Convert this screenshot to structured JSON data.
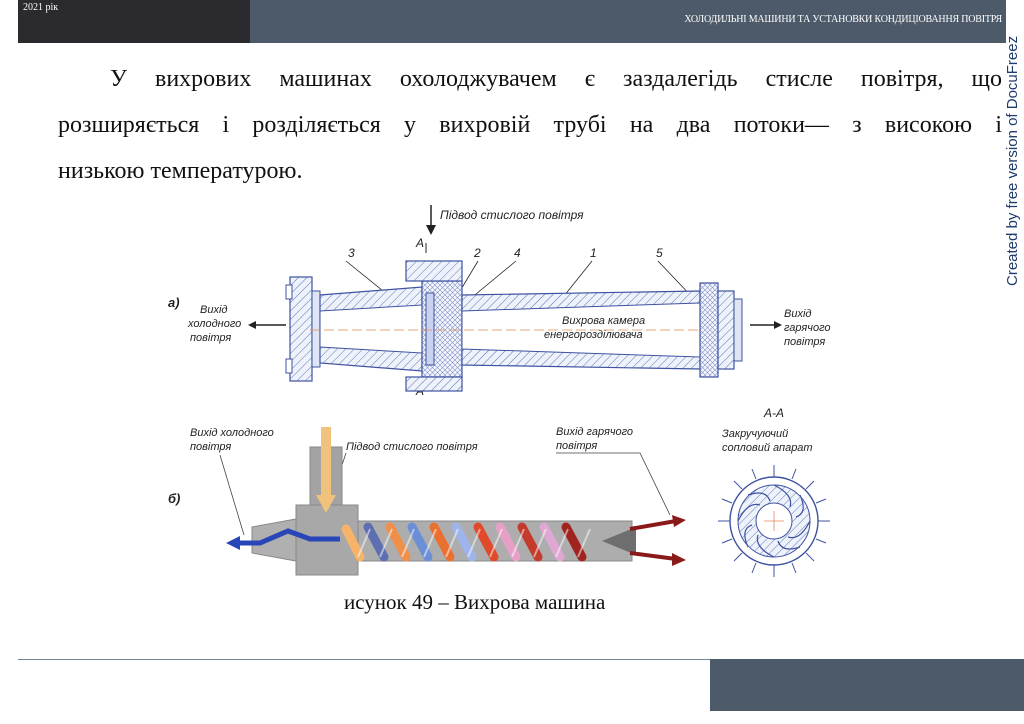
{
  "header": {
    "year": "2021 рік",
    "title": "ХОЛОДИЛЬНІ МАШИНИ ТА УСТАНОВКИ КОНДИЦІОВАННЯ ПОВІТРЯ"
  },
  "watermark": "Created by free version of DocuFreez",
  "paragraph": {
    "lines": [
      "У вихрових машинах охолоджувачем є заздалегідь стисле повітря, що",
      "розширяється і розділяється у вихровій трубі на два потоки— з високою і",
      "низькою температурою."
    ]
  },
  "figure": {
    "a": {
      "label": "а)",
      "supply_label": "Підвод стислого повітря",
      "section_top": "А",
      "section_bottom": "А",
      "numbers": [
        "3",
        "2",
        "4",
        "1",
        "5"
      ],
      "cold_out": [
        "Вихід",
        "холодного",
        "повітря"
      ],
      "hot_out": [
        "Вихід",
        "гарячого",
        "повітря"
      ],
      "chamber": [
        "Вихрова камера",
        "енергорозділювача"
      ]
    },
    "b": {
      "label": "б)",
      "cold_out": [
        "Вихід холодного",
        "повітря"
      ],
      "supply_label": "Підвод стислого повітря",
      "hot_out": [
        "Вихід гарячого",
        "повітря"
      ]
    },
    "section": {
      "title": "А-А",
      "label": [
        "Закручуючий",
        "сопловий апарат"
      ]
    }
  },
  "caption": "исунок 49  – Вихрова машина"
}
